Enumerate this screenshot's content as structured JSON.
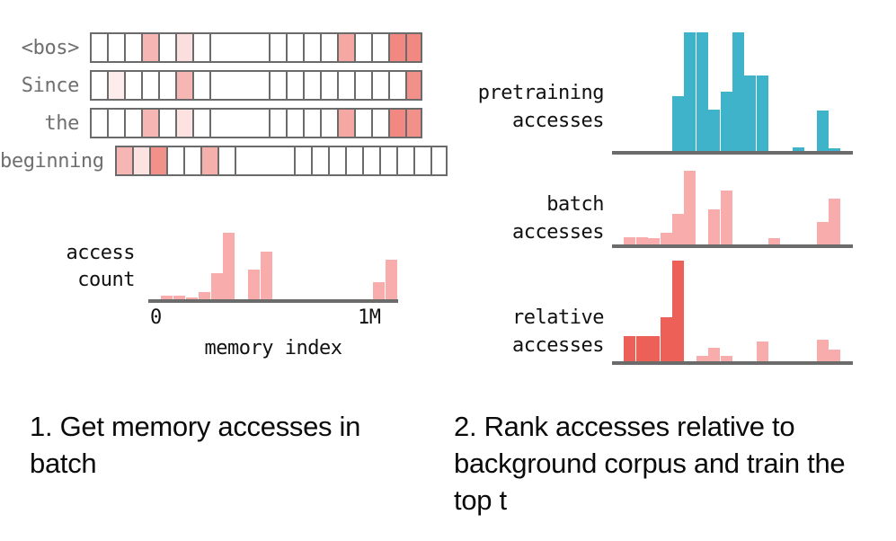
{
  "left_panel": {
    "token_rows": [
      {
        "label": "<bos>",
        "cells": [
          0,
          0,
          0,
          0.45,
          0,
          0.2,
          0,
          0,
          0,
          0,
          0,
          0,
          0.55,
          0,
          0,
          0.75,
          0.75
        ]
      },
      {
        "label": "Since",
        "cells": [
          0,
          0.12,
          0,
          0,
          0,
          0.45,
          0,
          0,
          0,
          0,
          0,
          0,
          0,
          0,
          0,
          0,
          0.7
        ]
      },
      {
        "label": "the",
        "cells": [
          0,
          0,
          0,
          0.45,
          0,
          0.18,
          0,
          0,
          0,
          0,
          0,
          0,
          0.55,
          0,
          0,
          0.75,
          0.7
        ]
      },
      {
        "label": "beginning",
        "cells": [
          0.45,
          0.18,
          0.7,
          0,
          0,
          0.5,
          0,
          0,
          0,
          0,
          0,
          0,
          0,
          0,
          0,
          0,
          0
        ]
      }
    ],
    "access_count_chart": {
      "y_axis_label_line1": "access",
      "y_axis_label_line2": "count",
      "x_axis_title": "memory index",
      "tick_left": "0",
      "tick_right": "1M"
    }
  },
  "right_panel": {
    "charts": [
      {
        "label_line1": "pretraining",
        "label_line2": "accesses",
        "key": "pretraining"
      },
      {
        "label_line1": "batch",
        "label_line2": "accesses",
        "key": "batch"
      },
      {
        "label_line1": "relative",
        "label_line2": "accesses",
        "key": "relative"
      }
    ]
  },
  "captions": {
    "step1": "1. Get memory accesses in batch",
    "step2": "2. Rank accesses relative to background corpus and train the top t"
  },
  "colors": {
    "pink": "#F9ACAC",
    "red": "#EC6058",
    "blue": "#3EB3C9",
    "axis": "#6b6b6b",
    "cell_border": "#6b6b6b",
    "text": "#111111",
    "token_label": "#6f6f6f",
    "caption": "#0a0a0a"
  },
  "chart_data": [
    {
      "type": "bar",
      "key": "access_count",
      "title": "access count",
      "xlabel": "memory index",
      "ylabel": "access count",
      "xlim": [
        0,
        1000000
      ],
      "xtick_labels": [
        "0",
        "1M"
      ],
      "grid": false,
      "legend": "none",
      "color": "#F9ACAC",
      "n_slots": 20,
      "slots": [
        1,
        2,
        3,
        4,
        5,
        6,
        8,
        9,
        18,
        19
      ],
      "values": [
        0.1,
        0.1,
        0.08,
        0.15,
        0.42,
        1.0,
        0.47,
        0.73,
        0.3,
        0.62
      ]
    },
    {
      "type": "bar",
      "key": "pretraining",
      "title": "pretraining accesses",
      "xlabel": "",
      "ylabel": "pretraining accesses",
      "grid": false,
      "legend": "none",
      "color": "#3EB3C9",
      "n_slots": 20,
      "slots": [
        5,
        6,
        7,
        8,
        9,
        10,
        11,
        12,
        13,
        15,
        17,
        18
      ],
      "values": [
        0.46,
        1.0,
        1.0,
        0.35,
        0.5,
        1.0,
        0.64,
        0.64,
        0.0,
        0.03,
        0.34,
        0.02
      ]
    },
    {
      "type": "bar",
      "key": "batch",
      "title": "batch accesses",
      "xlabel": "",
      "ylabel": "batch accesses",
      "grid": false,
      "legend": "none",
      "color": "#F9ACAC",
      "n_slots": 20,
      "slots": [
        1,
        2,
        3,
        4,
        5,
        6,
        8,
        9,
        13,
        17,
        18
      ],
      "values": [
        0.1,
        0.1,
        0.08,
        0.16,
        0.42,
        1.0,
        0.47,
        0.73,
        0.08,
        0.3,
        0.62
      ]
    },
    {
      "type": "bar",
      "key": "relative",
      "title": "relative accesses",
      "xlabel": "",
      "ylabel": "relative accesses",
      "grid": false,
      "legend": "none",
      "color_high": "#EC6058",
      "color_low": "#F9ACAC",
      "n_slots": 20,
      "slots": [
        1,
        2,
        3,
        4,
        5,
        7,
        8,
        9,
        12,
        17,
        18
      ],
      "values": [
        0.25,
        0.25,
        0.25,
        0.44,
        1.0,
        0.05,
        0.13,
        0.05,
        0.2,
        0.21,
        0.12
      ],
      "highlight": [
        true,
        true,
        true,
        true,
        true,
        false,
        false,
        false,
        false,
        false,
        false
      ],
      "top_t": 5
    }
  ]
}
